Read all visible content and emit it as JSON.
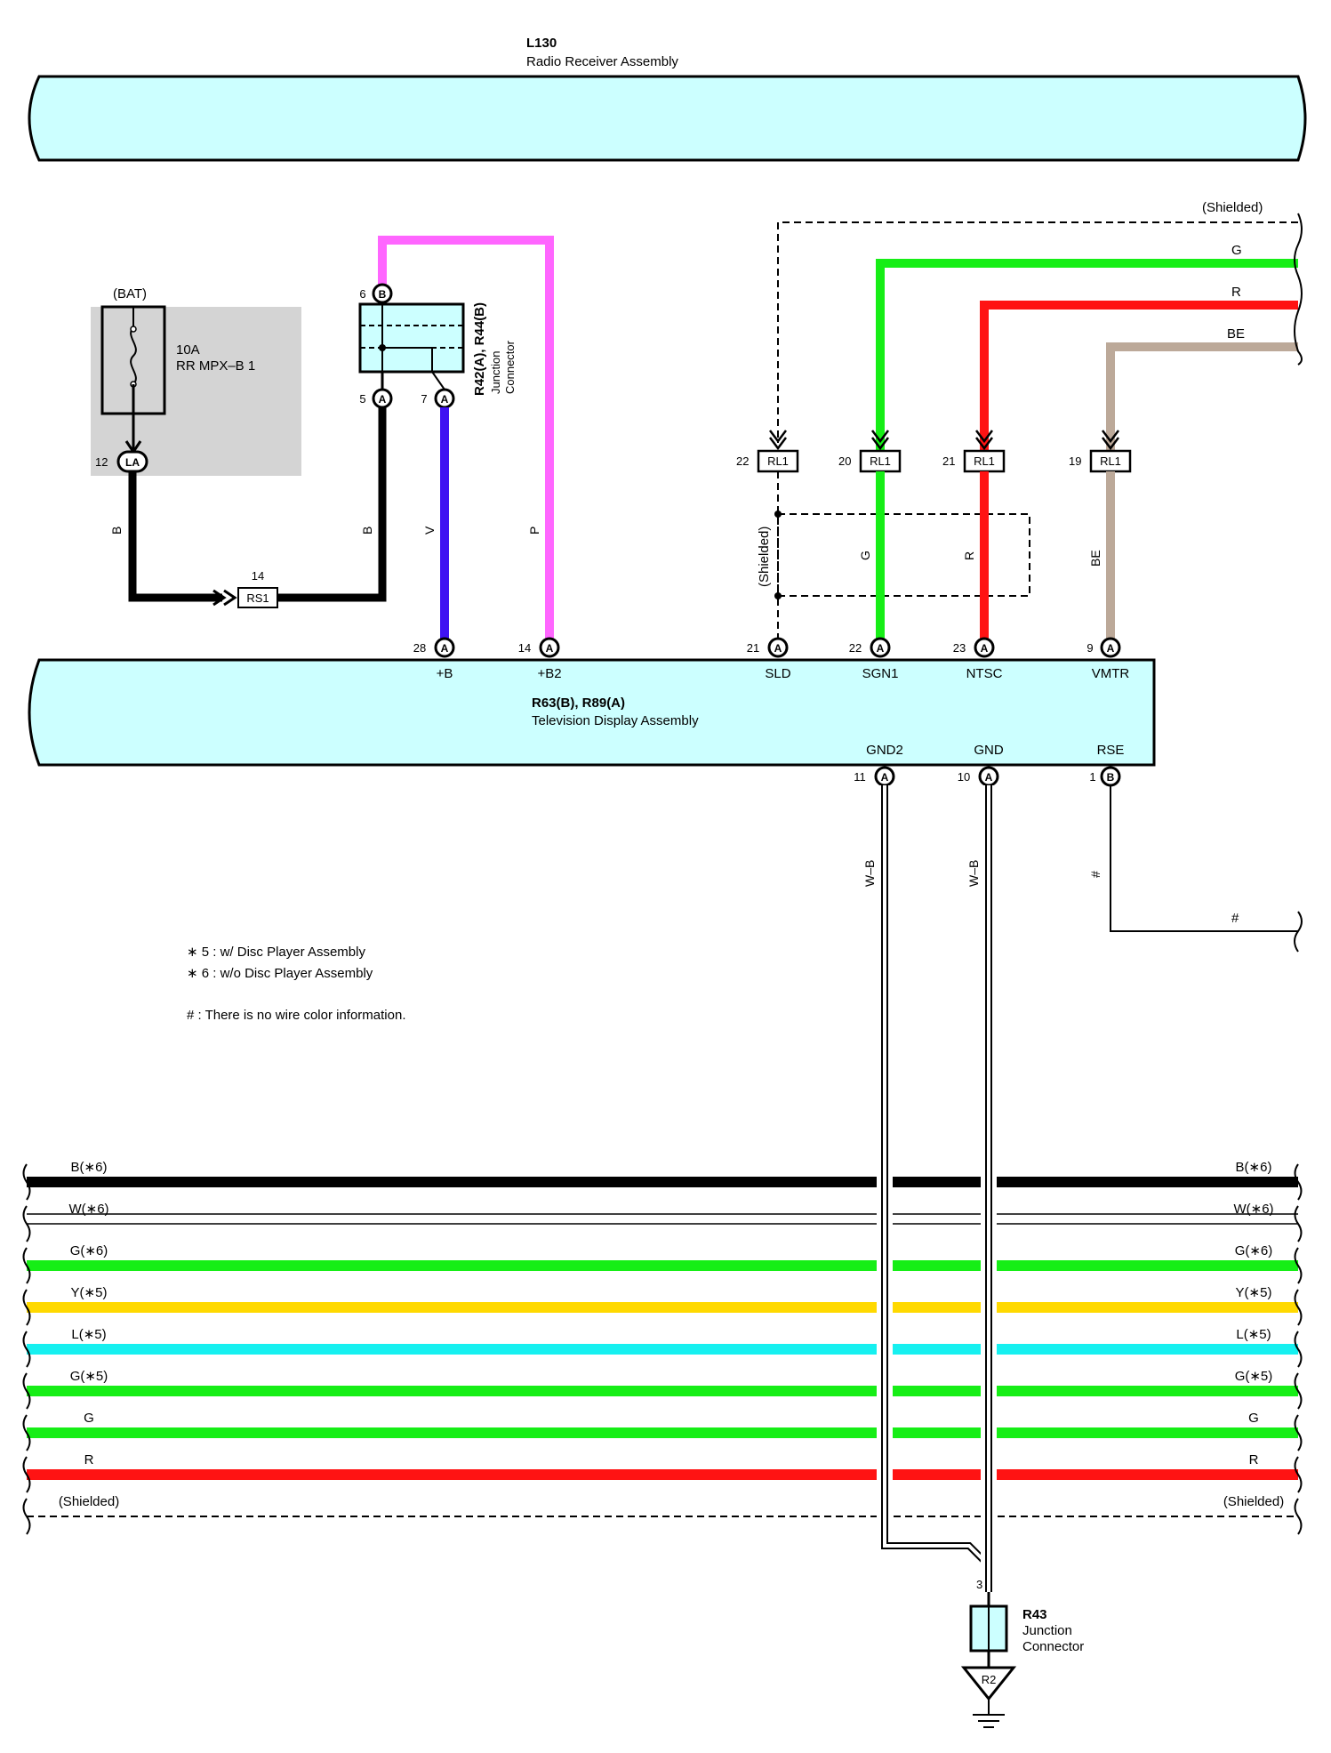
{
  "colors": {
    "assembly_fill": "#ccffff",
    "fuse_area": "#d4d4d4",
    "black": "#000000",
    "violet": "#3f12f2",
    "pink": "#ff66ff",
    "green": "#16ee16",
    "red": "#ff1313",
    "beige": "#bca999",
    "yellow": "#ffd900",
    "cyan": "#16f0f0",
    "white": "#ffffff"
  },
  "top_assembly": {
    "code": "L130",
    "name": "Radio Receiver Assembly"
  },
  "fuse": {
    "source": "(BAT)",
    "rating": "10A",
    "name": "RR MPX–B 1",
    "pin": "12",
    "connector": "LA"
  },
  "rs1": {
    "number": "14",
    "label": "RS1"
  },
  "junction_r42": {
    "code": "R42(A), R44(B)",
    "desc1": "Junction",
    "desc2": "Connector",
    "pins": [
      {
        "num": "6",
        "letter": "B"
      },
      {
        "num": "5",
        "letter": "A"
      },
      {
        "num": "7",
        "letter": "A"
      }
    ]
  },
  "shield_top_label": "(Shielded)",
  "shield_mid_label": "(Shielded)",
  "right_wire_labels": {
    "g": "G",
    "r": "R",
    "be": "BE",
    "hash": "#"
  },
  "rl1_connectors": [
    {
      "num": "22",
      "label": "RL1"
    },
    {
      "num": "20",
      "label": "RL1"
    },
    {
      "num": "21",
      "label": "RL1"
    },
    {
      "num": "19",
      "label": "RL1"
    }
  ],
  "wire_colors": {
    "b_left": "B",
    "b_mid": "B",
    "v": "V",
    "p": "P",
    "g": "G",
    "r": "R",
    "be": "BE",
    "wb1": "W–B",
    "wb2": "W–B",
    "hash": "#"
  },
  "tv_assembly": {
    "code": "R63(B), R89(A)",
    "name": "Television Display Assembly",
    "top_pins": [
      {
        "num": "28",
        "letter": "A",
        "name": "+B"
      },
      {
        "num": "14",
        "letter": "A",
        "name": "+B2"
      },
      {
        "num": "21",
        "letter": "A",
        "name": "SLD"
      },
      {
        "num": "22",
        "letter": "A",
        "name": "SGN1"
      },
      {
        "num": "23",
        "letter": "A",
        "name": "NTSC"
      },
      {
        "num": "9",
        "letter": "A",
        "name": "VMTR"
      }
    ],
    "bottom_pins": [
      {
        "num": "11",
        "letter": "A",
        "name": "GND2"
      },
      {
        "num": "10",
        "letter": "A",
        "name": "GND"
      },
      {
        "num": "1",
        "letter": "B",
        "name": "RSE"
      }
    ]
  },
  "notes": [
    "∗ 5 : w/ Disc Player Assembly",
    "∗ 6 : w/o Disc Player Assembly",
    "# : There is no wire color information."
  ],
  "bus_wires": [
    {
      "label": "B(∗6)",
      "color": "#000000"
    },
    {
      "label": "W(∗6)",
      "color": "#ffffff"
    },
    {
      "label": "G(∗6)",
      "color": "#16ee16"
    },
    {
      "label": "Y(∗5)",
      "color": "#ffd900"
    },
    {
      "label": "L(∗5)",
      "color": "#16f0f0"
    },
    {
      "label": "G(∗5)",
      "color": "#16ee16"
    },
    {
      "label": "G",
      "color": "#16ee16"
    },
    {
      "label": "R",
      "color": "#ff1313"
    },
    {
      "label": "(Shielded)",
      "color": "dashed"
    }
  ],
  "r43": {
    "code": "R43",
    "desc1": "Junction",
    "desc2": "Connector",
    "pin": "3"
  },
  "ground": {
    "label": "R2"
  }
}
